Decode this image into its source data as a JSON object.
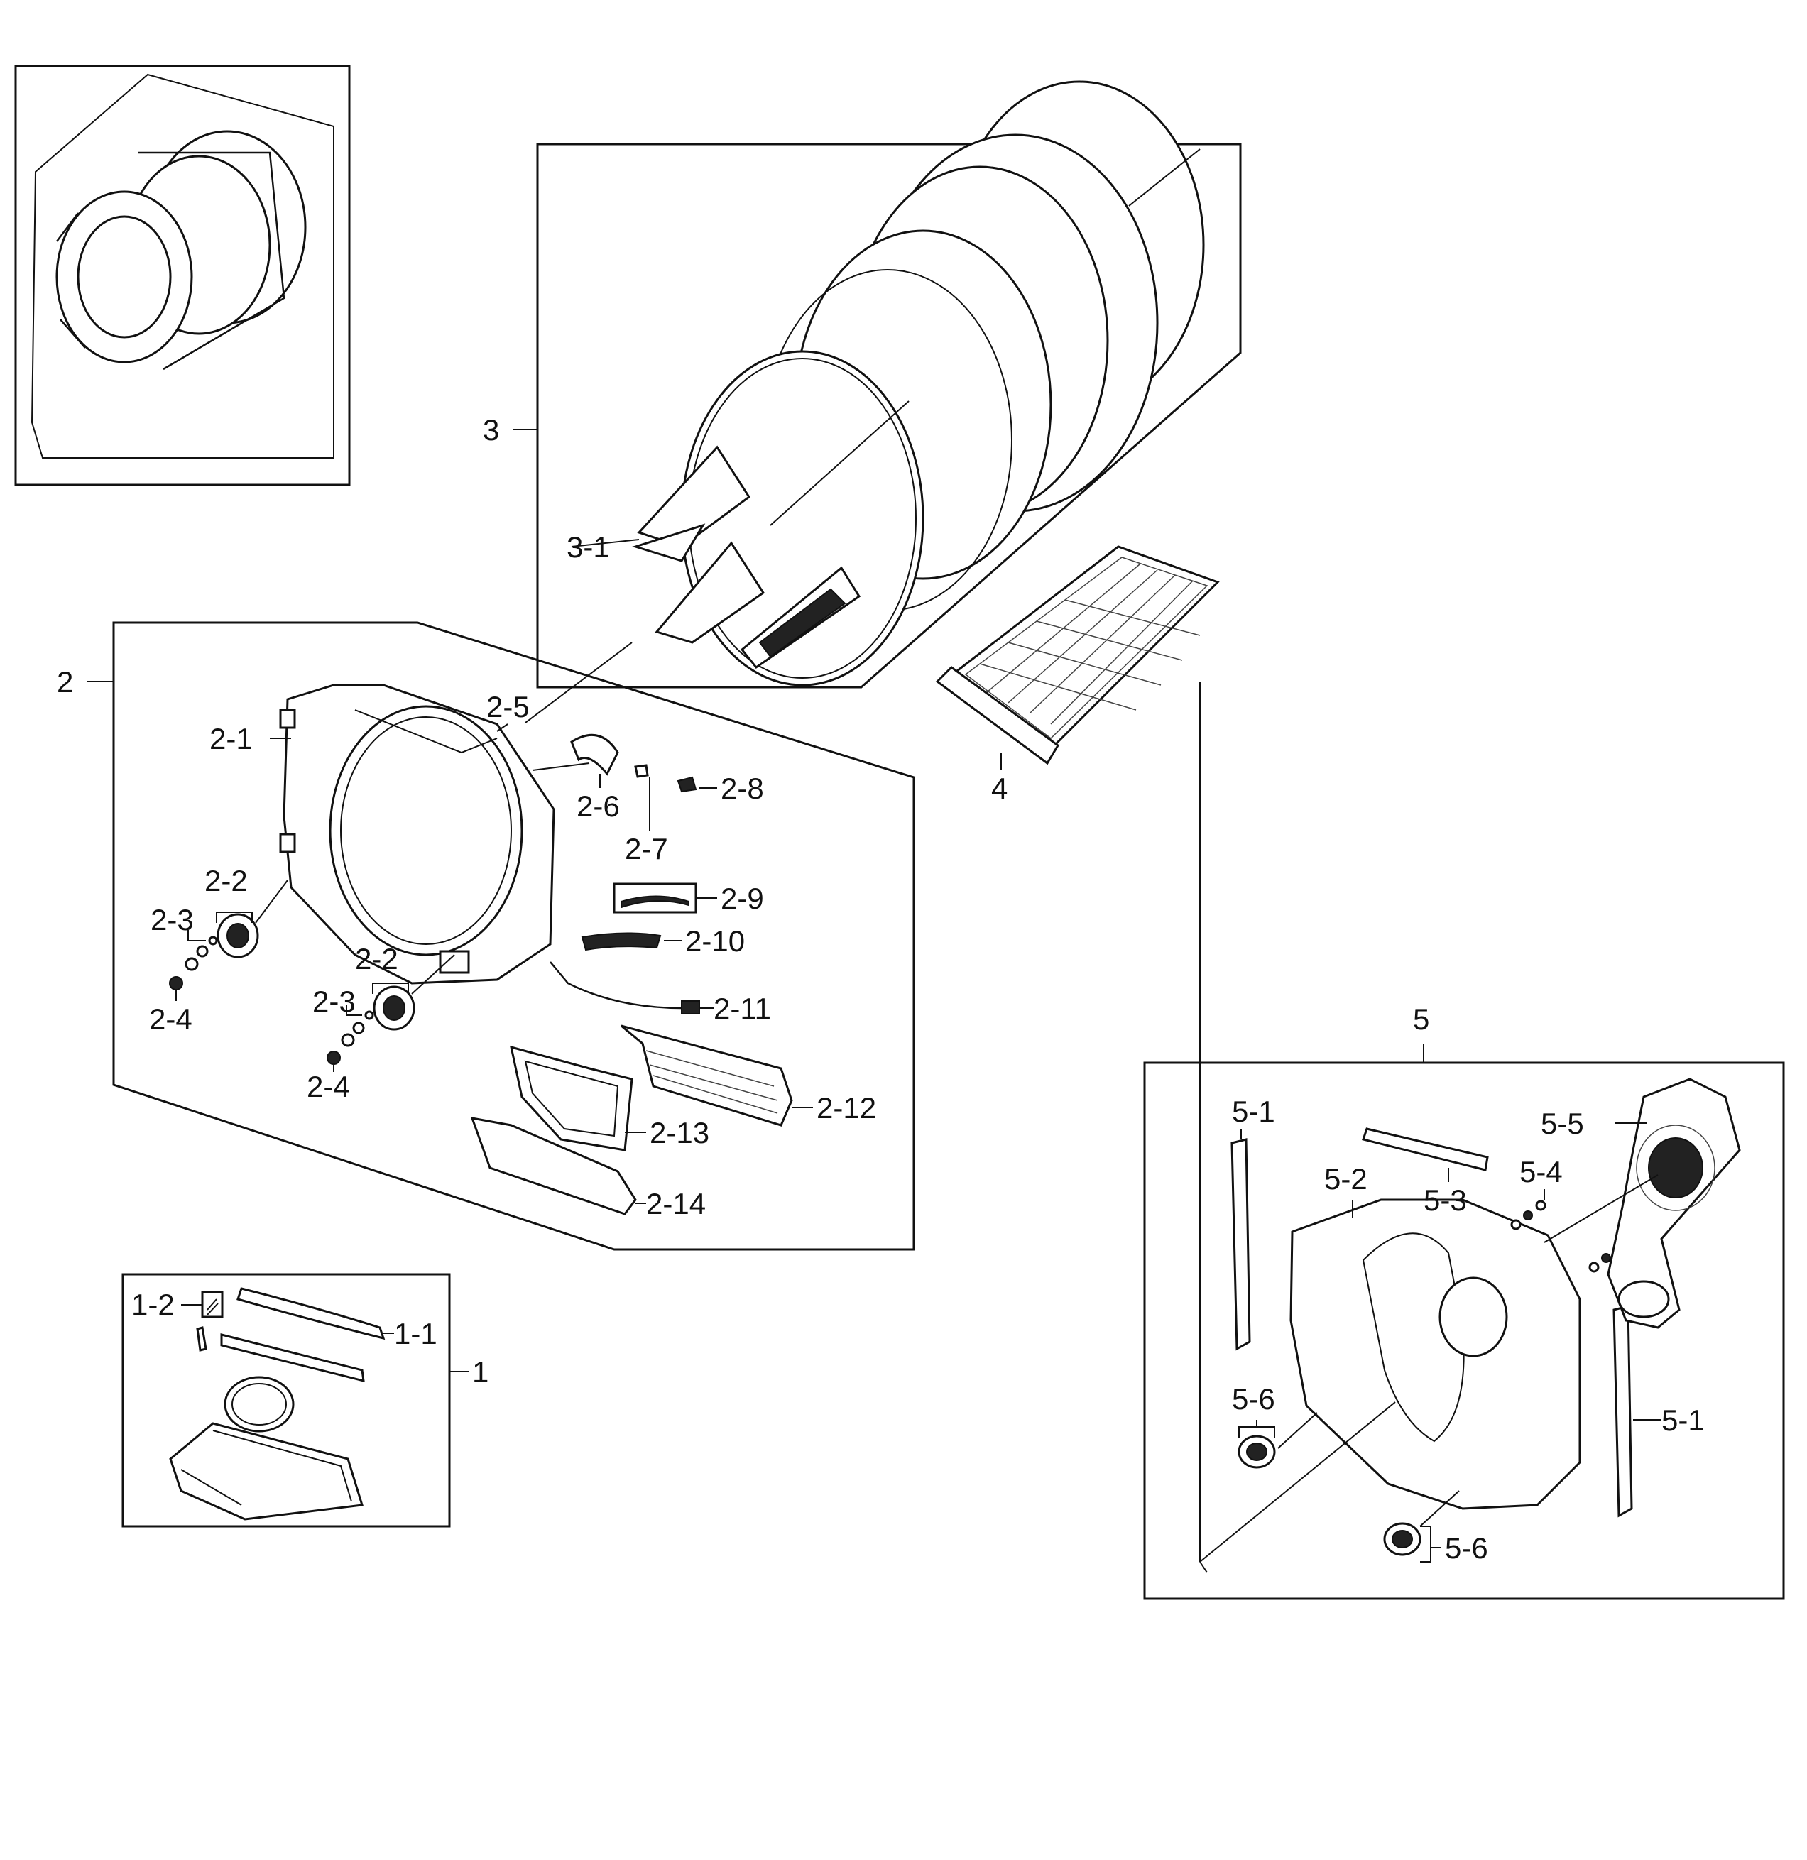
{
  "callouts": {
    "g1": "1",
    "p1_1": "1-1",
    "p1_2": "1-2",
    "g2": "2",
    "p2_1": "2-1",
    "p2_2a": "2-2",
    "p2_2b": "2-2",
    "p2_3a": "2-3",
    "p2_3b": "2-3",
    "p2_4a": "2-4",
    "p2_4b": "2-4",
    "p2_5": "2-5",
    "p2_6": "2-6",
    "p2_7": "2-7",
    "p2_8": "2-8",
    "p2_9": "2-9",
    "p2_10": "2-10",
    "p2_11": "2-11",
    "p2_12": "2-12",
    "p2_13": "2-13",
    "p2_14": "2-14",
    "g3": "3",
    "p3_1": "3-1",
    "g4": "4",
    "g5": "5",
    "p5_1a": "5-1",
    "p5_1b": "5-1",
    "p5_2": "5-2",
    "p5_3": "5-3",
    "p5_4": "5-4",
    "p5_5": "5-5",
    "p5_6a": "5-6",
    "p5_6b": "5-6"
  }
}
